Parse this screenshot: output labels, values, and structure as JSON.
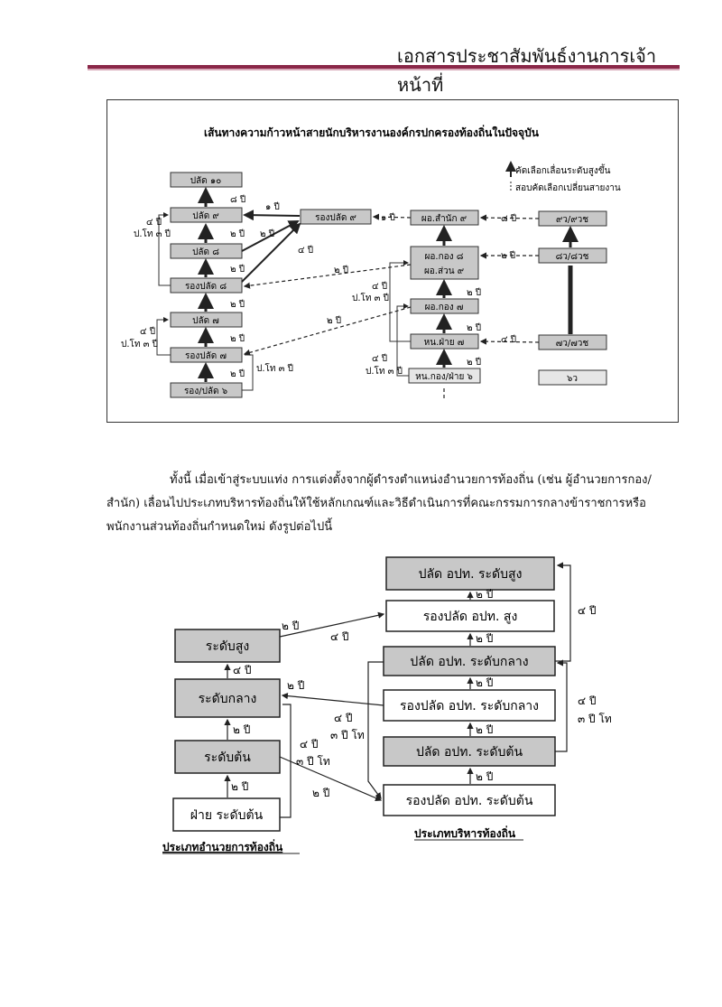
{
  "header": {
    "title": "เอกสารประชาสัมพันธ์งานการเจ้าหน้าที่"
  },
  "figure1": {
    "title": "เส้นทางความก้าวหน้าสายนักบริหารงานองค์กรปกครองท้องถิ่นในปัจจุบัน",
    "legend_solid": "คัดเลือกเลื่อนระดับสูงขึ้น",
    "legend_dashed": "สอบคัดเลือกเปลี่ยนสายงาน",
    "boxes": {
      "palad10": "ปลัด ๑๐",
      "palad9": "ปลัด ๙",
      "palad8": "ปลัด ๘",
      "ropalad8": "รองปลัด ๘",
      "palad7": "ปลัด ๗",
      "ropalad7": "รองปลัด ๗",
      "ropalad6": "รอง/ปลัด ๖",
      "ropalad9": "รองปลัด ๙",
      "po_samnak9": "ผอ.สำนัก ๙",
      "po_kong8": "ผอ.กอง ๘",
      "po_suan9": "ผอ.ส่วน ๙",
      "po_kong7": "ผอ.กอง ๗",
      "hn_fai7": "หน.ฝ่าย ๗",
      "hn_kong6": "หน.กอง/ฝ่าย ๖",
      "c9": "๙ว/๙วช",
      "c8": "๘ว/๘วช",
      "c7": "๗ว/๗วช",
      "c6": "๖ว"
    },
    "labels": {
      "y8": "๘ ปี",
      "y2": "๒ ปี",
      "y4": "๔ ปี",
      "y1": "๑ ปี",
      "y4_ptho3": "๔ ปี",
      "ptho3": "ป.โท ๓ ปี"
    }
  },
  "paragraph": {
    "line1": "ทั้งนี้ เมื่อเข้าสู่ระบบแท่ง การแต่งตั้งจากผู้ดำรงตำแหน่งอำนวยการท้องถิ่น (เช่น ผู้อำนวยการกอง/",
    "line2": "สำนัก) เลื่อนไปประเภทบริหารท้องถิ่นให้ใช้หลักเกณฑ์และวิธีดำเนินการที่คณะกรรมการกลางข้าราชการหรือ",
    "line3": "พนักงานส่วนท้องถิ่นกำหนดใหม่ ดังรูปต่อไปนี้"
  },
  "figure2": {
    "left": {
      "sung": "ระดับสูง",
      "klang": "ระดับกลาง",
      "ton": "ระดับต้น",
      "fai_ton": "ฝ่าย ระดับต้น",
      "caption": "ประเภทอำนวยการท้องถิ่น"
    },
    "right": {
      "palad_sung": "ปลัด อปท. ระดับสูง",
      "ropalad_sung": "รองปลัด อปท. สูง",
      "palad_klang": "ปลัด อปท. ระดับกลาง",
      "ropalad_klang": "รองปลัด อปท. ระดับกลาง",
      "palad_ton": "ปลัด อปท. ระดับต้น",
      "ropalad_ton": "รองปลัด อปท. ระดับต้น",
      "caption": "ประเภทบริหารท้องถิ่น"
    },
    "labels": {
      "y2": "๒ ปี",
      "y4": "๔ ปี",
      "master3": "๓ ปี โท"
    }
  },
  "colors": {
    "header_rule": "#8a2748",
    "box_fill": "#c8c8c8",
    "box_fill_light": "#e6e6e6"
  }
}
